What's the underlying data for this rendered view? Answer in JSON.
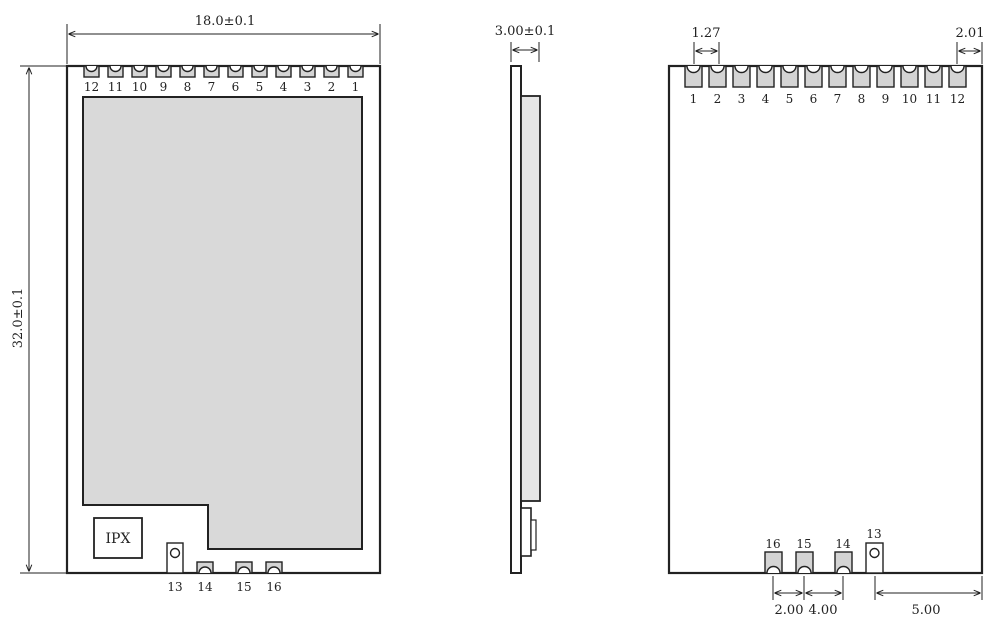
{
  "colors": {
    "outline": "#222222",
    "shield_fill": "#d9d9d9",
    "pad_fill": "#d4d4d4",
    "background": "#ffffff"
  },
  "front_view": {
    "width_dim": "18.0±0.1",
    "height_dim": "32.0±0.1",
    "ipx_label": "IPX",
    "top_pins": [
      "12",
      "11",
      "10",
      "9",
      "8",
      "7",
      "6",
      "5",
      "4",
      "3",
      "2",
      "1"
    ],
    "bottom_pins": {
      "p13": "13",
      "p14": "14",
      "p15": "15",
      "p16": "16"
    }
  },
  "side_view": {
    "thickness_dim": "3.00±0.1"
  },
  "back_view": {
    "pitch_dim": "1.27",
    "edge_dim": "2.01",
    "top_pins": [
      "1",
      "2",
      "3",
      "4",
      "5",
      "6",
      "7",
      "8",
      "9",
      "10",
      "11",
      "12"
    ],
    "bottom_pins": {
      "p16": "16",
      "p15": "15",
      "p14": "14",
      "p13": "13"
    },
    "bottom_dims": {
      "d1": "2.00",
      "d2": "4.00",
      "d3": "5.00"
    }
  }
}
